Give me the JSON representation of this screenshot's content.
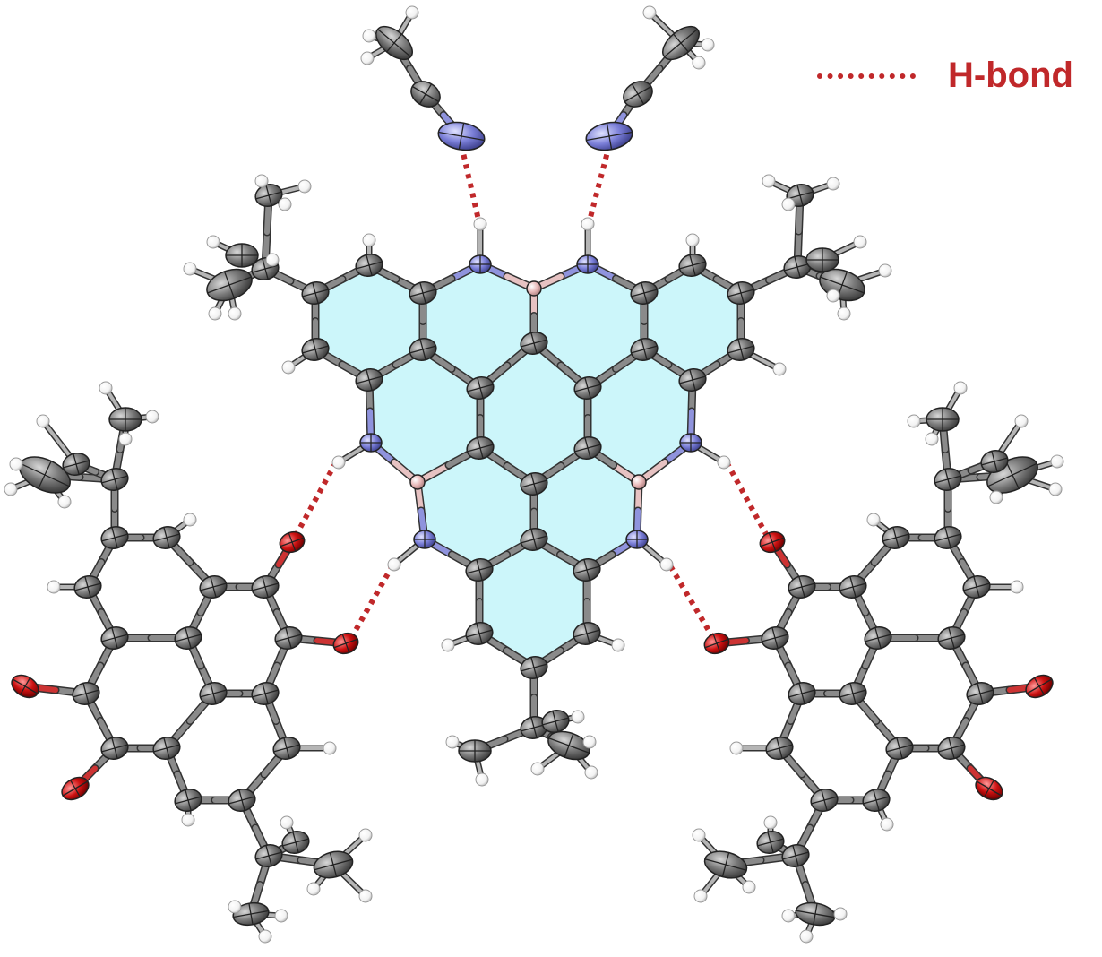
{
  "legend": {
    "label": "H-bond",
    "color": "#c0282a"
  },
  "colors": {
    "carbon": "#6f6f6f",
    "hydrogen": "#ffffff",
    "nitrogen": "#7b7fd8",
    "boron": "#e8b8b8",
    "oxygen": "#cc1111",
    "ring_fill": "#ccf6fa",
    "bond": "#8a8a8a",
    "hbond": "#c0282a"
  },
  "icons": [
    "carbon-atom",
    "hydrogen-atom",
    "nitrogen-atom",
    "boron-atom",
    "oxygen-atom",
    "h-bond-line"
  ]
}
